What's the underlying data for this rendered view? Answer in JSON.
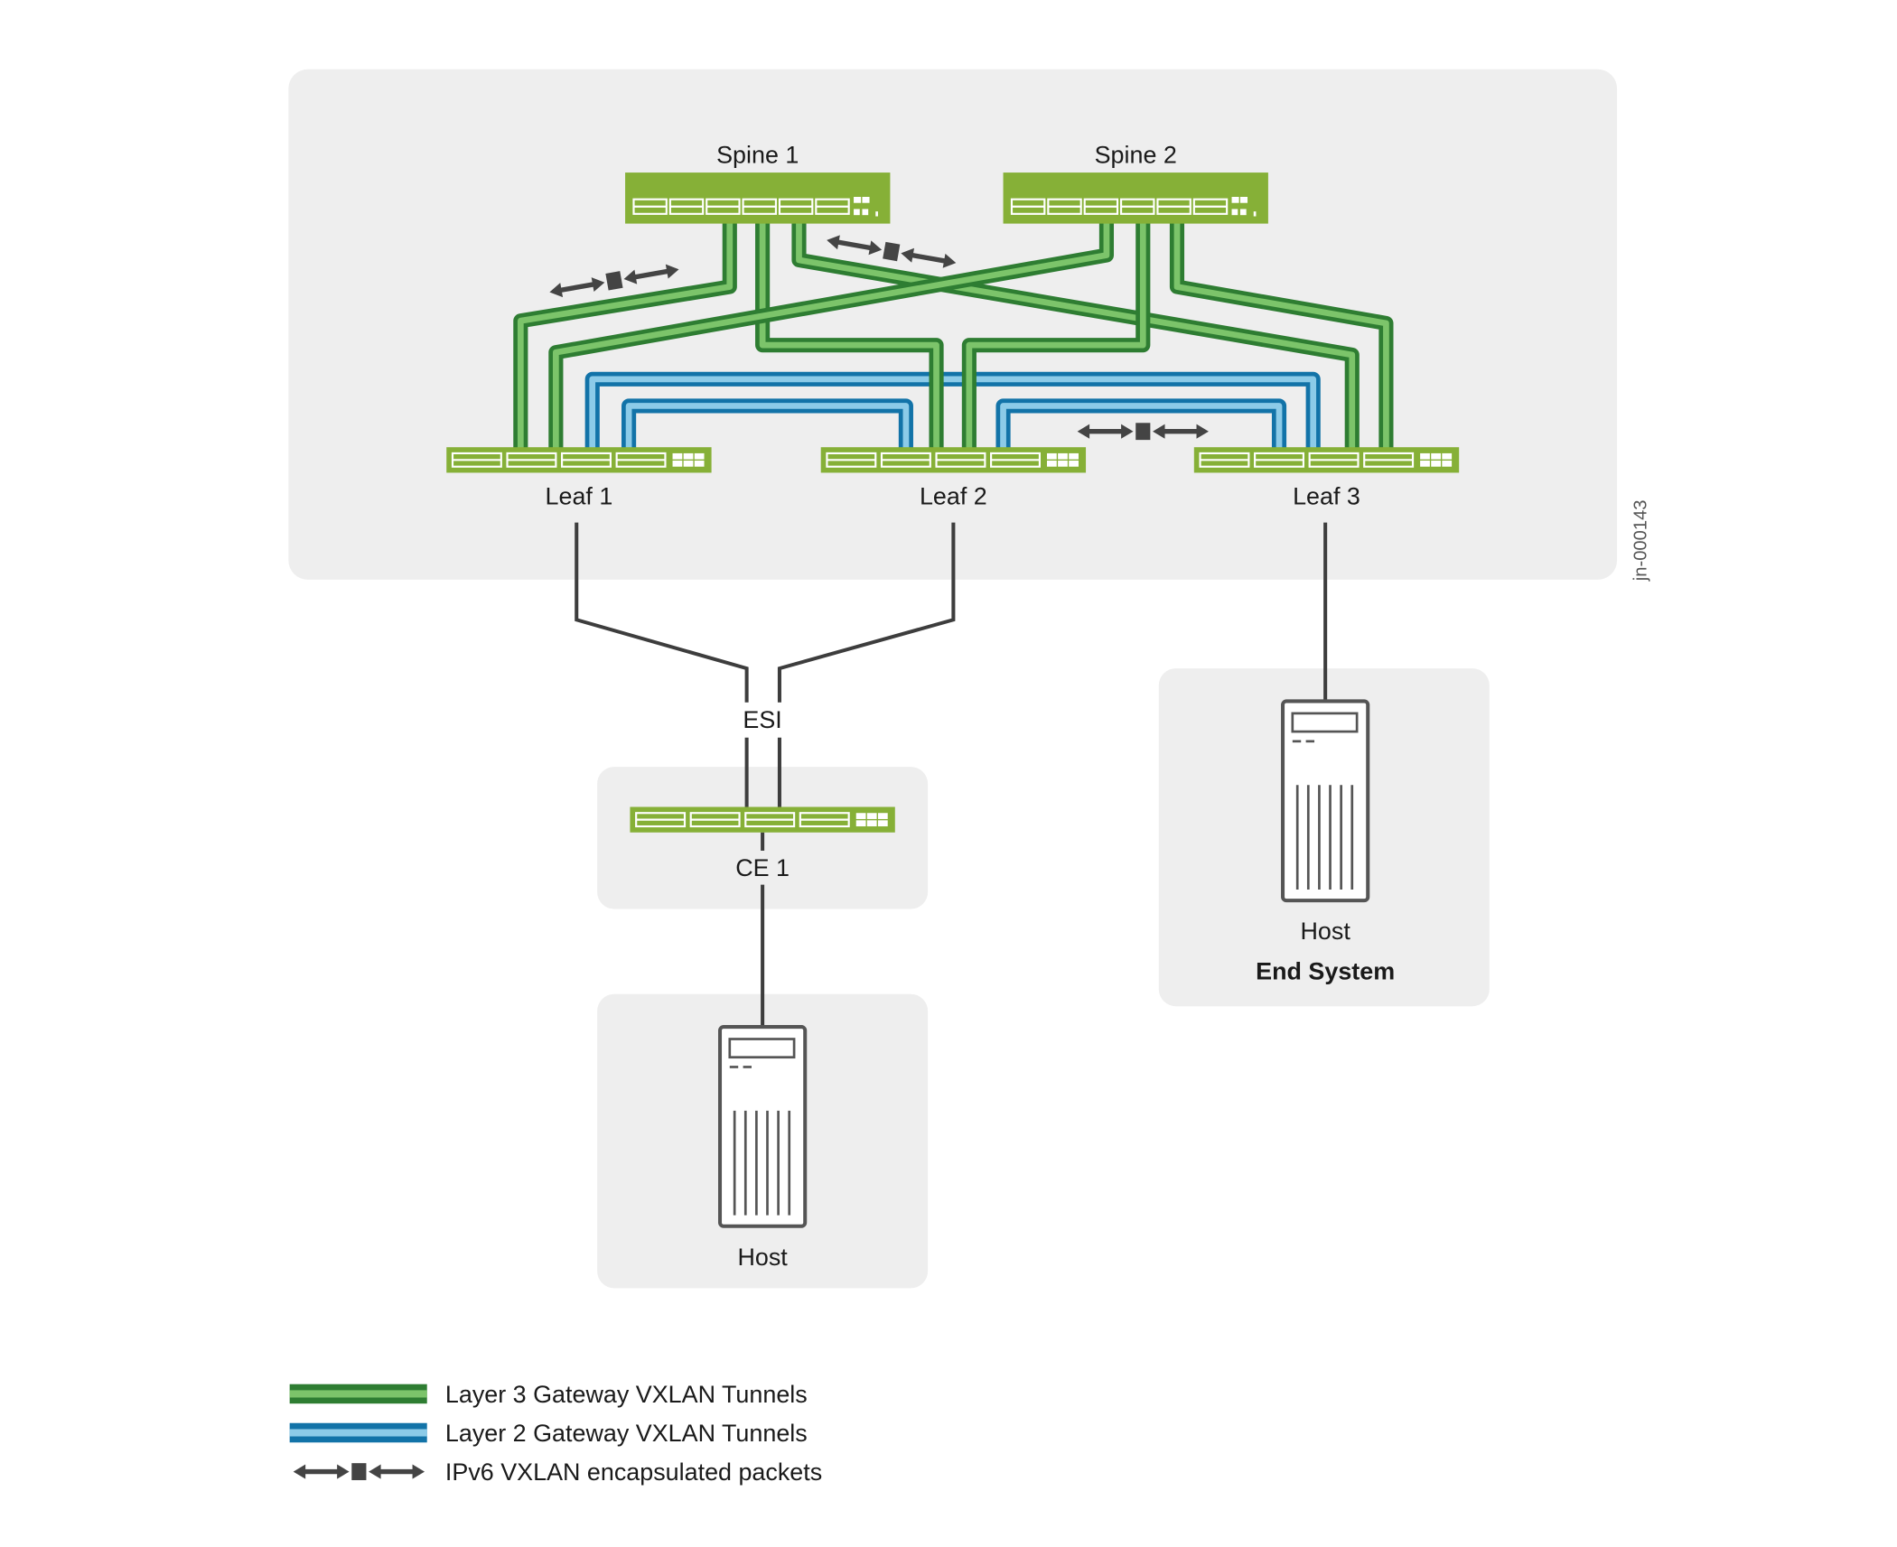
{
  "diagram": {
    "id_label": "jn-000143",
    "nodes": {
      "spine1": "Spine 1",
      "spine2": "Spine 2",
      "leaf1": "Leaf 1",
      "leaf2": "Leaf 2",
      "leaf3": "Leaf 3",
      "esi": "ESI",
      "ce1": "CE 1",
      "host_ce": "Host",
      "host_leaf3": "Host",
      "host_leaf3_sub": "End System"
    },
    "legend": [
      {
        "label": "Layer 3 Gateway VXLAN Tunnels",
        "color": "#3a9a3f"
      },
      {
        "label": "Layer 2 Gateway VXLAN Tunnels",
        "color": "#1a86c0"
      },
      {
        "label": "IPv6 VXLAN encapsulated packets",
        "color": "#444444"
      }
    ],
    "colors": {
      "switch": "#86b037",
      "l3_tunnel": "#3a9a3f",
      "l2_tunnel": "#1a86c0",
      "panel": "#eeeeee"
    }
  }
}
